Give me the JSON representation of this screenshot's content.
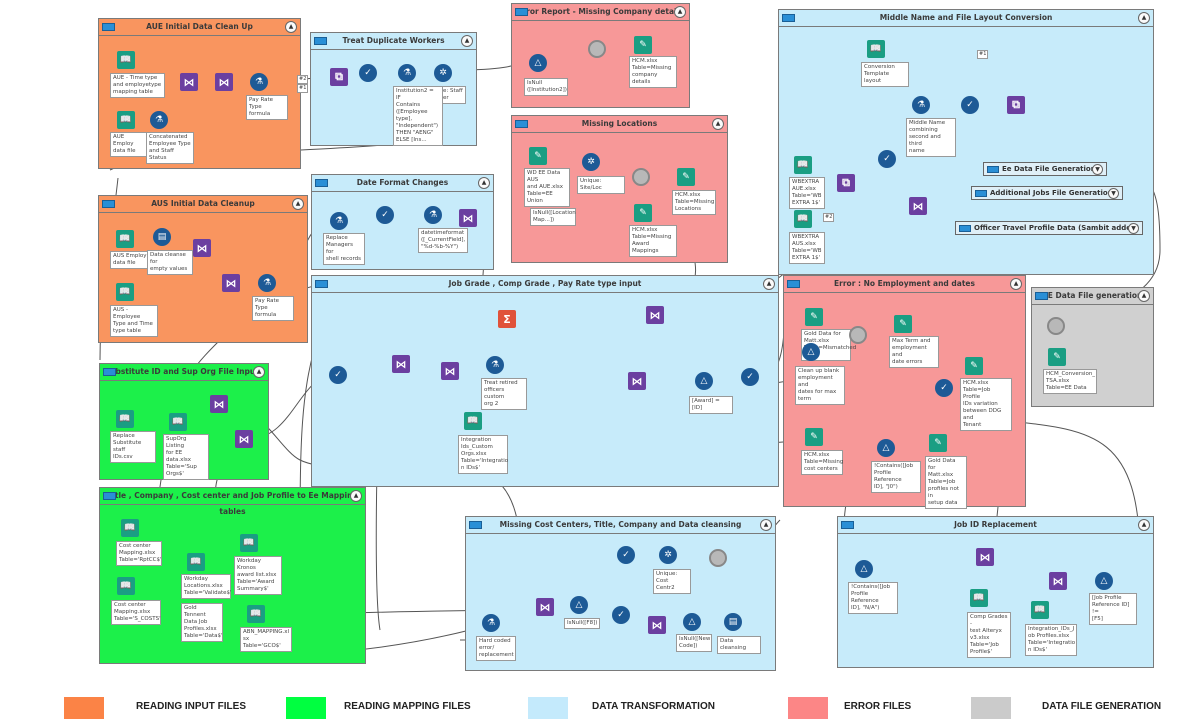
{
  "colors": {
    "input_files": "#f9955f",
    "mapping_files": "#1cf04a",
    "data_transformation": "#c7ebfa",
    "error_files": "#f79898",
    "data_file_generation": "#d0d0d0",
    "input_tool": "#1a9e83",
    "join_tool": "#6b3fa0",
    "formula_tool": "#1d5a96",
    "summarize_tool": "#e0523a"
  },
  "containers": {
    "aue_cleanup": {
      "title": "AUE Initial Data Clean Up"
    },
    "treat_duplicates": {
      "title": "Treat Duplicate Workers"
    },
    "error_missing_company": {
      "title": "Error Report - Missing Company details"
    },
    "missing_locations": {
      "title": "Missing Locations"
    },
    "middle_name": {
      "title": "Middle Name and File Layout Conversion"
    },
    "aus_cleanup": {
      "title": "AUS Initial Data Cleanup"
    },
    "date_format": {
      "title": "Date Format Changes"
    },
    "job_grade": {
      "title": "Job Grade , Comp Grade , Pay Rate type input"
    },
    "error_no_employment": {
      "title": "Error : No Employment and dates"
    },
    "ee_data_file": {
      "title": "EE Data File generation"
    },
    "substitute_id": {
      "title": "Substitute ID and Sup Org File Inputs"
    },
    "mapping_tables": {
      "title": "Title , Company , Cost center and Job Profile to Ee Mapping tables"
    },
    "missing_cost_centers": {
      "title": "Missing Cost Centers, Title, Company and Data cleansing"
    },
    "job_id_replacement": {
      "title": "Job ID Replacement"
    }
  },
  "collapsed_containers": {
    "ee_data_gen": "Ee Data File Generation",
    "additional_jobs": "Additional Jobs File Generation",
    "officer_travel": "Officer Travel Profile Data (Sambit addon)"
  },
  "labels": {
    "aue_time_type": "AUE - Time type\nand employetype\nmapping table",
    "aue_employee": "AUE Employ\ndata file",
    "aue_concat": "Concatenated\nEmployee Type\nand Staff Status",
    "aue_payrate": "Pay Rate Type\nformula",
    "td_formula": "Institution2 = IF\nContains\n([Employee type],\n\"Independent\")\nTHEN \"AENG\"\nELSE [Ins...",
    "td_unique": "e: Staff\ner",
    "emc_filter": "IsNull\n([Institution2])",
    "emc_output": "HCM.xlsx\nTable=Missing\ncompany details",
    "ml_input": "WD EE Data AUS\nand AUE.xlsx\nTable=EE Union",
    "ml_unique": "Unique: Site/Loc",
    "ml_filter": "IsNull([Location\nMap...])",
    "ml_output1": "HCM.xlsx\nTable=Missing\nLocations",
    "ml_output2": "HCM.xlsx\nTable=Missing\nAward Mappings",
    "mn_template": "Conversion\nTemplate layout",
    "mn_formula": "Middle Name\ncombining\nsecond and third\nname",
    "mn_wbextra_aue": "WBEXTRA\nAUE.xlsx\nTable='WB\nEXTRA 1$'",
    "mn_wbextra_aus": "WBEXTRA\nAUS.xlsx\nTable='WB\nEXTRA 1$'",
    "aus_employee": "AUS Employ\ndata file",
    "aus_cleanse": "Data cleanse for\nempty values",
    "aus_time_type": "AUS - Employee\nType and Time\ntype table",
    "aus_payrate": "Pay Rate Type\nformula",
    "df_replace": "Replace\nManagers for\nshell records",
    "df_datetime": "datetimeformat\n([_CurrentField],\n\"%d-%b-%Y\")",
    "jg_treat": "Treat retired\nofficers custom\norg 2",
    "jg_integration": "Integration\nIds_Custom\nOrgs.xlsx\nTable='Integratio\nn IDs$'",
    "jg_award_filter": "[Award] = [ID]",
    "ene_gold": "Gold Data for\nMatt.xlsx\nTable=Mismatched\nJobs",
    "ene_cleanup": "Clean up blank\nemployment and\ndates for max\nterm",
    "ene_max_term": "Max Term and\nemployment and\ndate errors",
    "ene_job_profile": "HCM.xlsx\nTable=Job Profile\nIDs variation\nbetween DDG and\nTenant",
    "ene_missing_cc": "HCM.xlsx\nTable=Missing\ncost centers",
    "ene_contains": "!Contains([Job\nProfile Reference\nID], \"J0\")",
    "ene_gold_setup": "Gold Data for\nMatt.xlsx\nTable=Job\nprofiles not in\nsetup data",
    "eedf_output": "HCM_Conversion_\nTSA.xlsx\nTable=EE Data",
    "sub_replace": "Replace\nSubstitute staff\nIDs.csv",
    "sub_suporg": "SupOrg Listing\nfor EE data.xlsx\nTable='Sup\nOrgs$'",
    "map_cc1": "Cost center\nMapping.xlsx\nTable='RptCC$'",
    "map_cc2": "Cost center\nMapping.xlsx\nTable='S_COSTS'",
    "map_locations": "Workday\nLocations.xlsx\nTable='Validate$'",
    "map_kronos": "Workday Kronos\naward list.xlsx\nTable='Award\nSummary$'",
    "map_gold": "Gold Tennent\nData Job\nProfiles.xlsx\nTable='Data$'",
    "map_abn": "ABN_MAPPING.xl\nsx\nTable='GCO$'",
    "mcc_hardcoded": "Hard coded\nerror/\nreplacement",
    "mcc_isnull_f8": "IsNull([F8])",
    "mcc_unique": "Unique: Cost\nCentr2",
    "mcc_isnull_new": "IsNull([New\nCode])",
    "mcc_cleansing": "Data cleansing",
    "jid_contains": "!Contains([Job\nProfile Reference\nID], \"N/A\")",
    "jid_comp_grades": "Comp Grades -\ntest Alteryx\nv3.xlsx\nTable='Job\nProfile$'",
    "jid_integration": "Integration_IDs_J\nob Profiles.xlsx\nTable='Integratio\nn IDs$'",
    "jid_filter": "[Job Profile\nReference ID] !=\n[F5]"
  },
  "anchor_tags": {
    "aue_1": "#1",
    "aue_2": "#2",
    "mn_1": "#1",
    "mn_2": "#2"
  },
  "legend": [
    {
      "label": "READING INPUT FILES",
      "color": "#fb8346"
    },
    {
      "label": "READING MAPPING FILES",
      "color": "#00ff40"
    },
    {
      "label": "DATA TRANSFORMATION",
      "color": "#c4eafc"
    },
    {
      "label": "ERROR FILES",
      "color": "#fc8686"
    },
    {
      "label": "DATA FILE GENERATION",
      "color": "#cbcbcb"
    }
  ],
  "icons": {
    "input": "📖",
    "output": "✎",
    "join": "⋈",
    "formula": "⚗",
    "select": "✓",
    "filter": "△",
    "unique": "✲",
    "union": "◉",
    "transpose": "⧉",
    "summarize": "Σ",
    "cleanse": "▤",
    "collapse_up": "▲",
    "collapse_down": "▼"
  }
}
